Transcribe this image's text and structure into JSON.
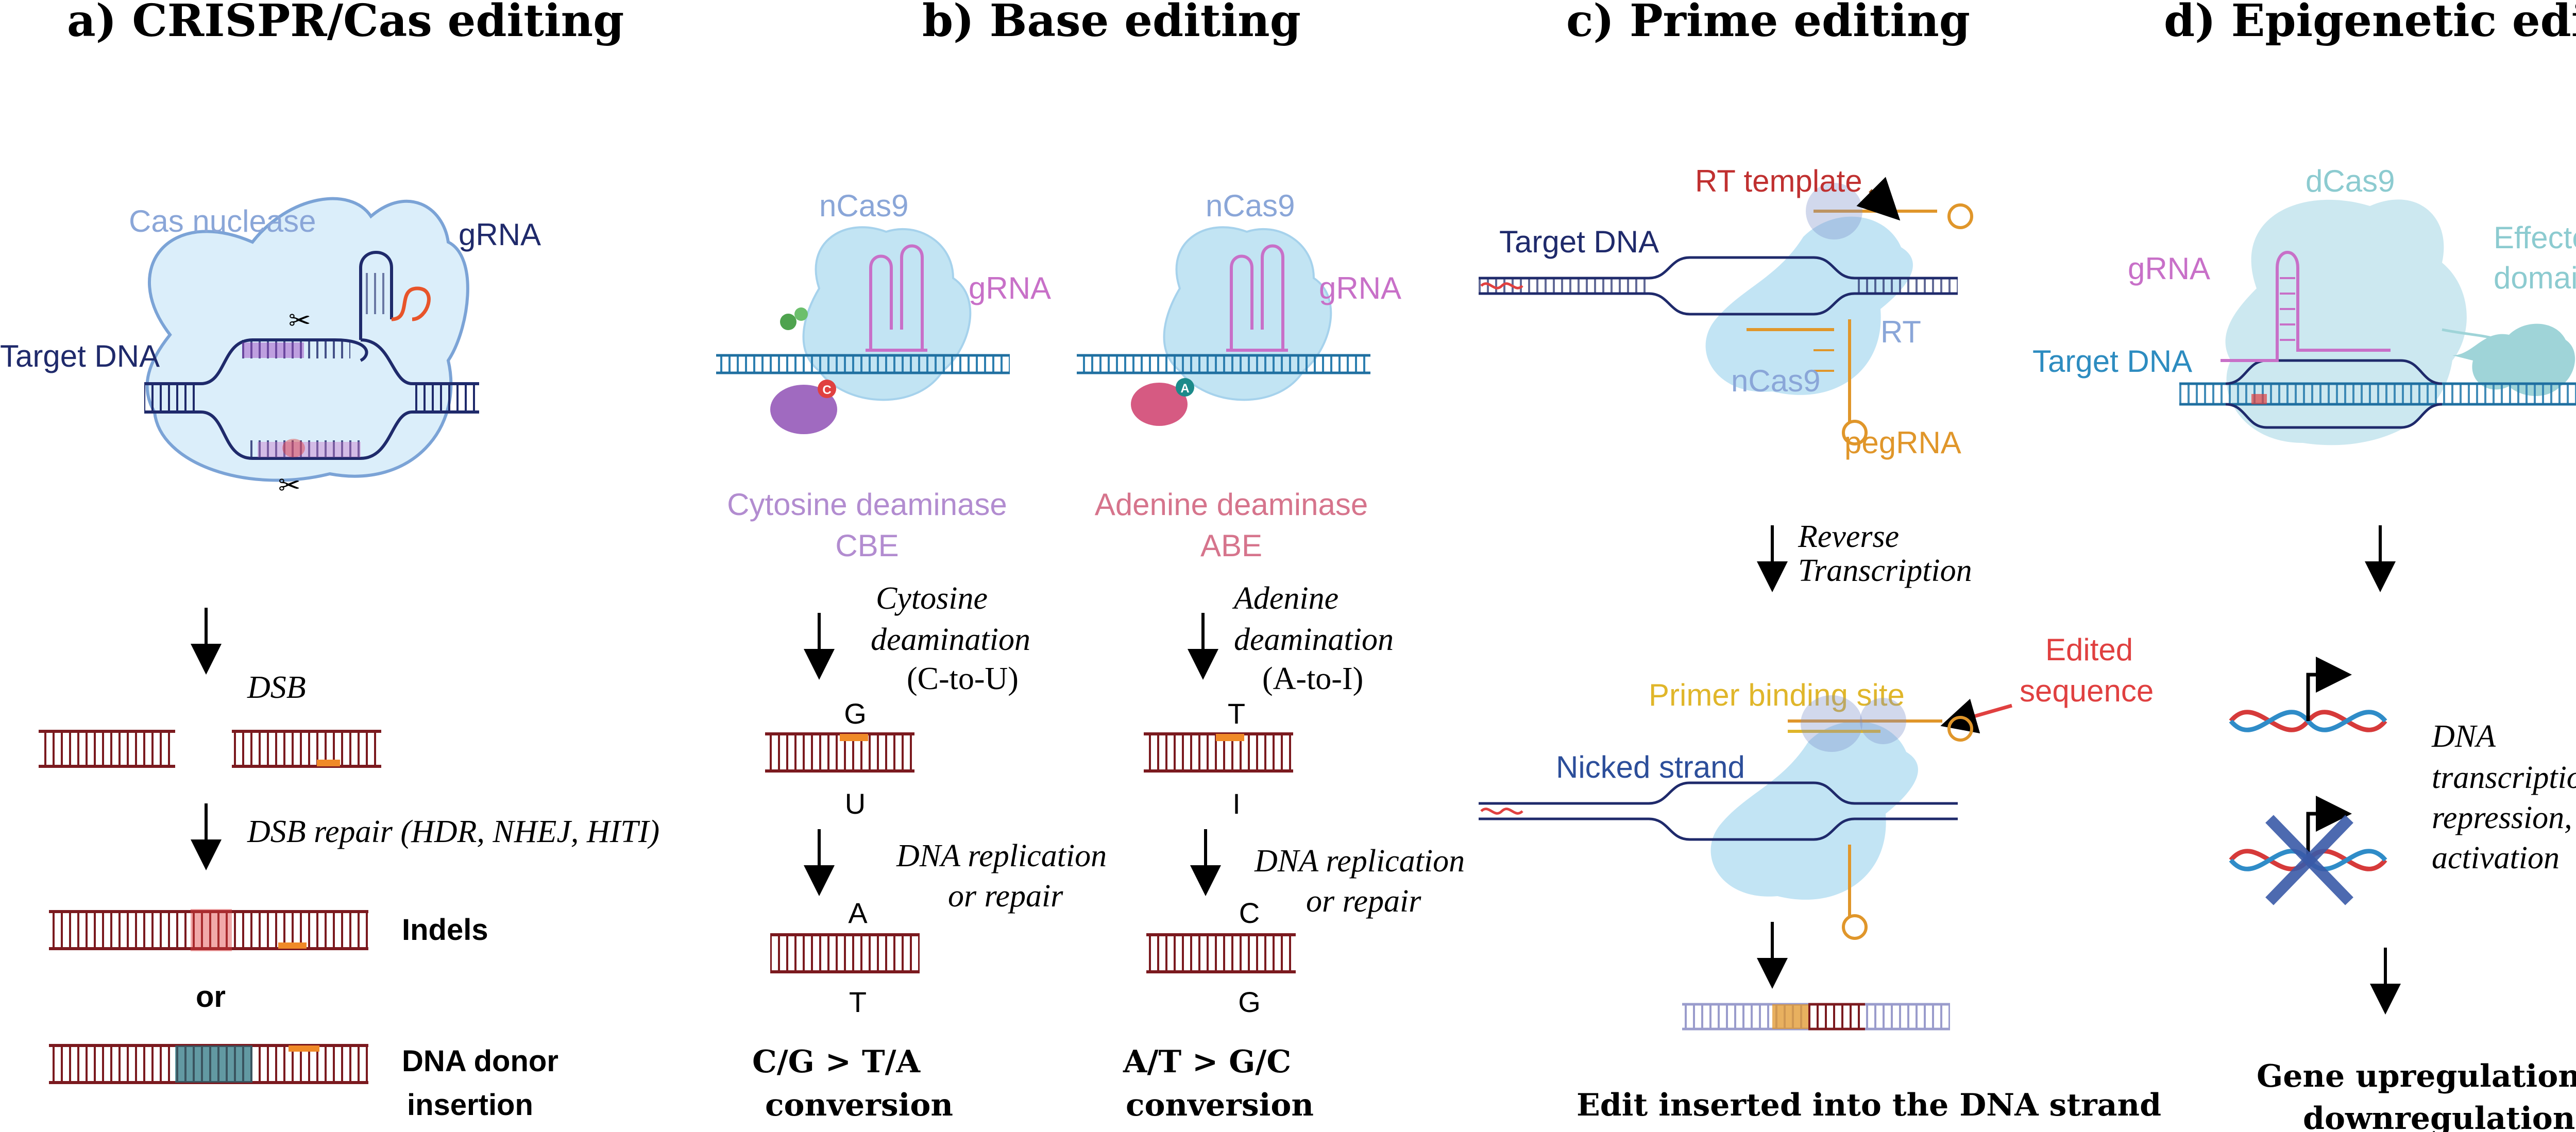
{
  "colors": {
    "dna_dark_red": "#7b1a1f",
    "dna_navy": "#1f2a6b",
    "cas_blue": "#b8dcf2",
    "grna_purple": "#c870c8",
    "pegrna_orange": "#e0962a",
    "edit_orange": "#f08a28",
    "highlight_red": "#e04040",
    "teal": "#1f6d7a"
  },
  "panel_a": {
    "title": "a) CRISPR/Cas editing",
    "cas_nuclease": "Cas nuclease",
    "grna": "gRNA",
    "target_dna": "Target DNA",
    "step1": "DSB",
    "step2": "DSB repair (HDR, NHEJ, HITI)",
    "outcome1": "Indels",
    "or": "or",
    "outcome2_line1": "DNA donor",
    "outcome2_line2": "insertion"
  },
  "panel_b": {
    "title": "b) Base editing",
    "left": {
      "ncas9": "nCas9",
      "grna": "gRNA",
      "enzyme_line1": "Cytosine deaminase",
      "enzyme_line2": "CBE",
      "step1_line1": "Cytosine",
      "step1_line2": "deamination",
      "step1_line3": "(C-to-U)",
      "top_base1": "G",
      "bottom_base1": "U",
      "step2_line1": "DNA replication",
      "step2_line2": "or repair",
      "top_base2": "A",
      "bottom_base2": "T",
      "result_line1": "C/G > T/A",
      "result_line2": "conversion",
      "badge": "C"
    },
    "right": {
      "ncas9": "nCas9",
      "grna": "gRNA",
      "enzyme_line1": "Adenine deaminase",
      "enzyme_line2": "ABE",
      "step1_line1": "Adenine",
      "step1_line2": "deamination",
      "step1_line3": "(A-to-I)",
      "top_base1": "T",
      "bottom_base1": "I",
      "step2_line1": "DNA replication",
      "step2_line2": "or repair",
      "top_base2": "C",
      "bottom_base2": "G",
      "result_line1": "A/T > G/C",
      "result_line2": "conversion",
      "badge": "A"
    }
  },
  "panel_c": {
    "title": "c) Prime editing",
    "rt_template": "RT template",
    "target_dna": "Target DNA",
    "rt": "RT",
    "ncas9": "nCas9",
    "pegrna": "pegRNA",
    "step1_line1": "Reverse",
    "step1_line2": "Transcription",
    "edited_line1": "Edited",
    "edited_line2": "sequence",
    "primer_binding_site": "Primer binding site",
    "nicked_strand": "Nicked strand",
    "result": "Edit inserted into the DNA strand"
  },
  "panel_d": {
    "title": "d) Epigenetic editing",
    "dcas9": "dCas9",
    "effector_line1": "Effector",
    "effector_line2": "domain",
    "grna": "gRNA",
    "target_dna": "Target DNA",
    "desc_line1": "DNA",
    "desc_line2": "transcription,",
    "desc_line3": "repression, or",
    "desc_line4": "activation",
    "result_line1": "Gene upregulation or",
    "result_line2": "downregulation"
  }
}
